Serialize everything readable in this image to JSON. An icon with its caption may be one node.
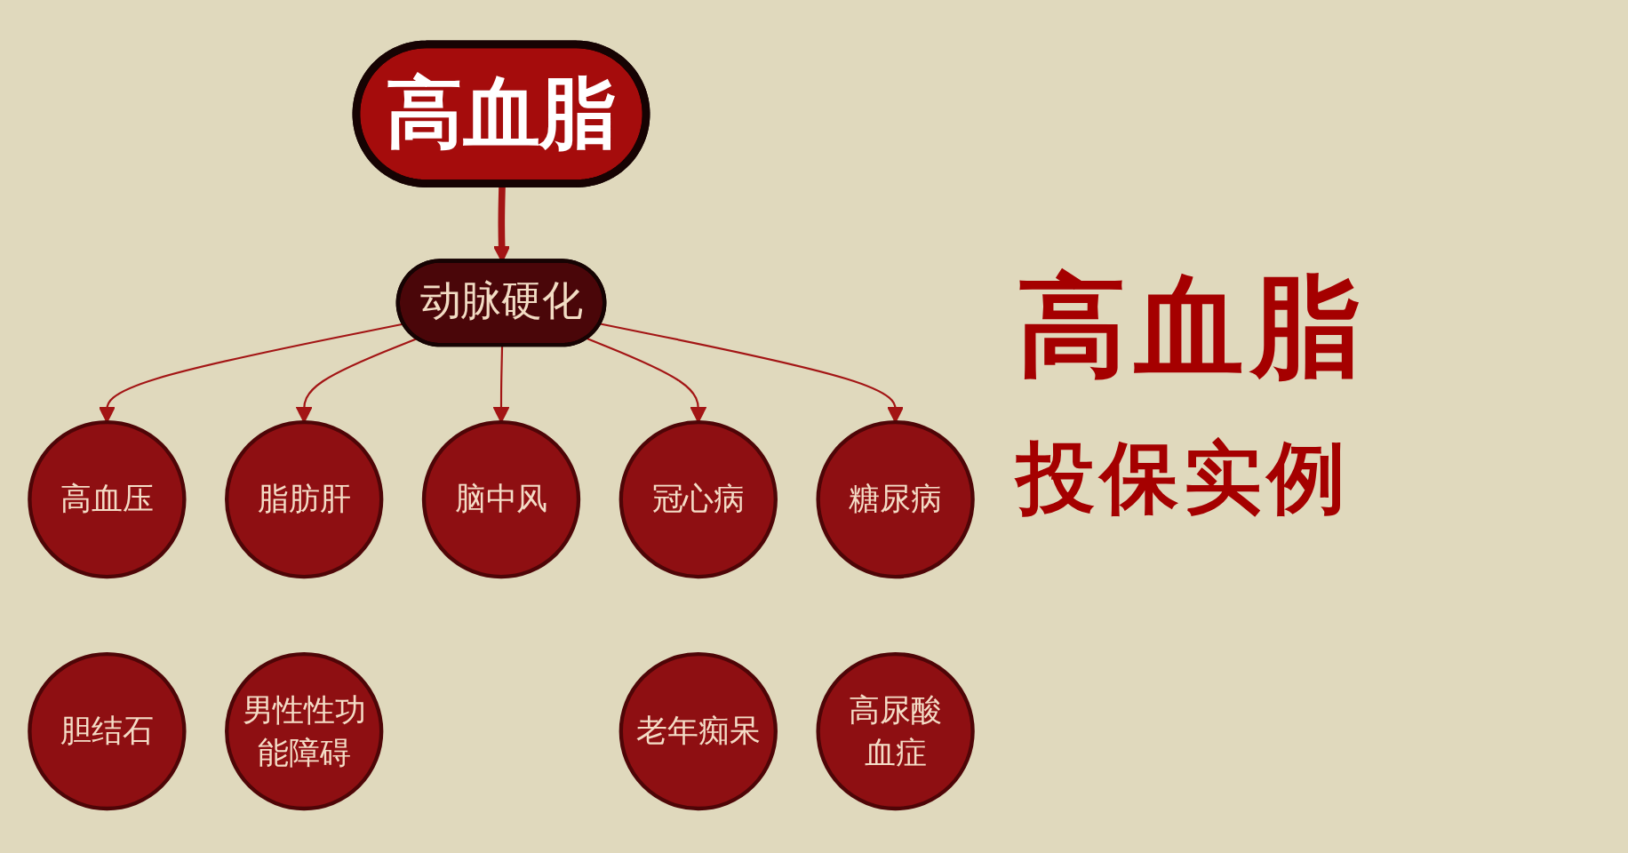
{
  "diagram": {
    "title": "高血脂",
    "nodes": [
      {
        "text": [
          "高血脂"
        ]
      },
      {
        "text": [
          "动脉硬化"
        ]
      },
      {
        "text": [
          "高血压"
        ]
      },
      {
        "text": [
          "脂肪肝"
        ]
      },
      {
        "text": [
          "脑中风"
        ]
      },
      {
        "text": [
          "冠心病"
        ]
      },
      {
        "text": [
          "糖尿病"
        ]
      },
      {
        "text": [
          "胆结石"
        ]
      },
      {
        "text": [
          "男性性功能障碍"
        ]
      },
      {
        "text": [
          "老年痴呆"
        ]
      },
      {
        "text": [
          "高尿酸血症"
        ]
      }
    ],
    "edges": [
      {
        "from": 0,
        "to": 1,
        "arrow": "to",
        "style": "thick"
      },
      {
        "from": 1,
        "to": 2,
        "arrow": "to"
      },
      {
        "from": 1,
        "to": 3,
        "arrow": "to"
      },
      {
        "from": 1,
        "to": 4,
        "arrow": "to"
      },
      {
        "from": 1,
        "to": 5,
        "arrow": "to"
      },
      {
        "from": 1,
        "to": 6,
        "arrow": "to"
      }
    ],
    "labels": [
      "投保实例"
    ]
  }
}
